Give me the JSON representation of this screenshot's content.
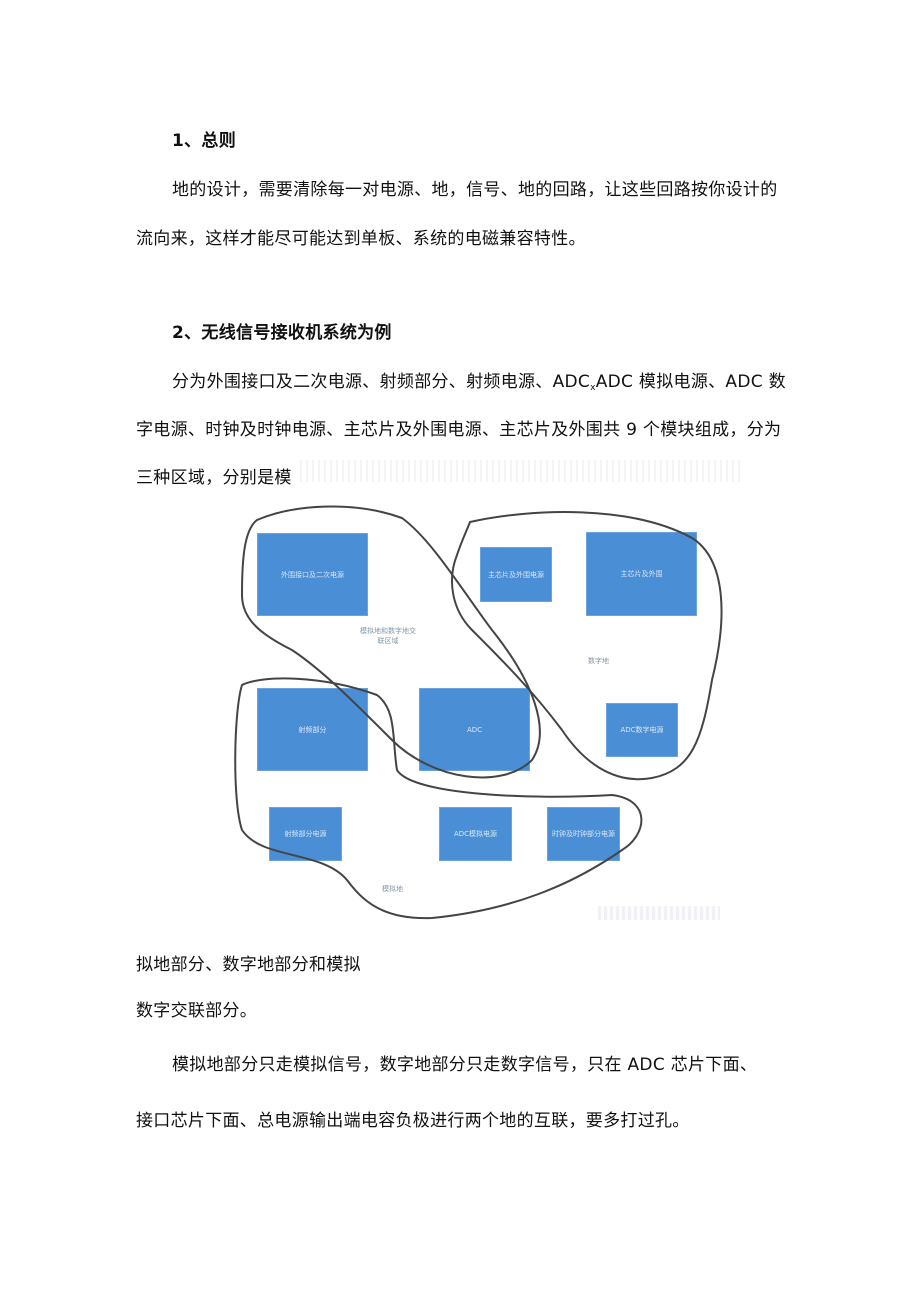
{
  "document": {
    "section1": {
      "heading": "1、总则",
      "para_line1": "地的设计，需要清除每一对电源、地，信号、地的回路，让这些回路按你设计的",
      "para_line2": "流向来，这样才能尽可能达到单板、系统的电磁兼容特性。"
    },
    "section2": {
      "heading": "2、无线信号接收机系统为例",
      "para_line1_a": "分为外围接口及二次电源、射频部分、射频电源、ADC",
      "para_line1_sub": "x",
      "para_line1_b": "ADC 模拟电源、ADC 数",
      "para_line2": "字电源、时钟及时钟电源、主芯片及外围电源、主芯片及外围共 9 个模块组成，分为",
      "para_line3": "三种区域，分别是模",
      "para_line4": "拟地部分、数字地部分和模拟",
      "para_line5": "数字交联部分。",
      "para2_line1": "模拟地部分只走模拟信号，数字地部分只走数字信号，只在 ADC 芯片下面、",
      "para2_line2": "接口芯片下面、总电源输出端电容负极进行两个地的互联，要多打过孔。"
    },
    "diagram": {
      "boxes": [
        {
          "label": "外围接口及二次电源"
        },
        {
          "label": "主芯片及外围电源"
        },
        {
          "label": "主芯片及外围"
        },
        {
          "label": "射频部分"
        },
        {
          "label": "ADC"
        },
        {
          "label": "ADC数字电源"
        },
        {
          "label": "射频部分电源"
        },
        {
          "label": "ADC模拟电源"
        },
        {
          "label": "时钟及时钟部分电源"
        }
      ],
      "regions": {
        "mixed": "模拟地和数字地交联区域",
        "digital": "数字地",
        "analog": "模拟地"
      },
      "colors": {
        "box_fill": "#4a8ed6",
        "outline": "#444444"
      }
    }
  }
}
